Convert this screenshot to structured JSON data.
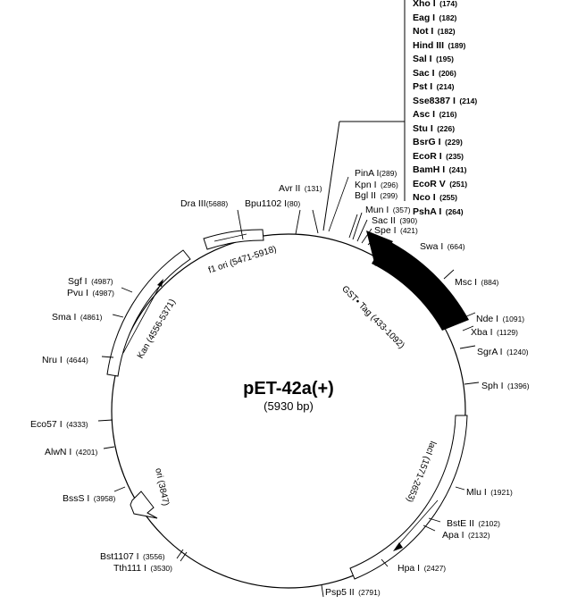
{
  "plasmid": {
    "name": "pET-42a(+)",
    "size_label": "(5930 bp)"
  },
  "features": {
    "gst_tag": "GST• Tag (433-1092)",
    "f1_ori": "f1 ori (5471-5918)",
    "kan": "Kan (4556-5371)",
    "ori": "ori (3847)",
    "laci": "lacI (1571-2653)"
  },
  "mcs_sites": [
    {
      "name": "Xho I",
      "pos": "(174)"
    },
    {
      "name": "Eag I",
      "pos": "(182)"
    },
    {
      "name": "Not I",
      "pos": "(182)"
    },
    {
      "name": "Hind III",
      "pos": "(189)"
    },
    {
      "name": "Sal I",
      "pos": "(195)"
    },
    {
      "name": "Sac I",
      "pos": "(206)"
    },
    {
      "name": "Pst I",
      "pos": "(214)"
    },
    {
      "name": "Sse8387 I",
      "pos": "(214)"
    },
    {
      "name": "Asc I",
      "pos": "(216)"
    },
    {
      "name": "Stu I",
      "pos": "(226)"
    },
    {
      "name": "BsrG I",
      "pos": "(229)"
    },
    {
      "name": "EcoR I",
      "pos": "(235)"
    },
    {
      "name": "BamH I",
      "pos": "(241)"
    },
    {
      "name": "EcoR V",
      "pos": "(251)"
    },
    {
      "name": "Nco I",
      "pos": "(255)"
    },
    {
      "name": "PshA I",
      "pos": "(264)"
    }
  ],
  "sites": {
    "pina": {
      "name": "PinA I",
      "pos": "(289)"
    },
    "kpn": {
      "name": "Kpn I",
      "pos": "(296)"
    },
    "bgl": {
      "name": "Bgl II",
      "pos": "(299)"
    },
    "mun": {
      "name": "Mun I",
      "pos": "(357)"
    },
    "sac2": {
      "name": "Sac II",
      "pos": "(390)"
    },
    "spe": {
      "name": "Spe I",
      "pos": "(421)"
    },
    "avr": {
      "name": "Avr II",
      "pos": "(131)"
    },
    "bpu": {
      "name": "Bpu1102 I",
      "pos": "(80)"
    },
    "dra": {
      "name": "Dra III",
      "pos": "(5688)"
    },
    "swa": {
      "name": "Swa I",
      "pos": "(664)"
    },
    "msc": {
      "name": "Msc I",
      "pos": "(884)"
    },
    "nde": {
      "name": "Nde I",
      "pos": "(1091)"
    },
    "xba": {
      "name": "Xba I",
      "pos": "(1129)"
    },
    "sgra": {
      "name": "SgrA I",
      "pos": "(1240)"
    },
    "sph": {
      "name": "Sph I",
      "pos": "(1396)"
    },
    "mlu": {
      "name": "Mlu I",
      "pos": "(1921)"
    },
    "bste": {
      "name": "BstE II",
      "pos": "(2102)"
    },
    "apa": {
      "name": "Apa I",
      "pos": "(2132)"
    },
    "hpa": {
      "name": "Hpa I",
      "pos": "(2427)"
    },
    "psp5": {
      "name": "Psp5 II",
      "pos": "(2791)"
    },
    "bst1107": {
      "name": "Bst1107 I",
      "pos": "(3556)"
    },
    "tth": {
      "name": "Tth111 I",
      "pos": "(3530)"
    },
    "bsss": {
      "name": "BssS I",
      "pos": "(3958)"
    },
    "alwn": {
      "name": "AlwN I",
      "pos": "(4201)"
    },
    "eco57": {
      "name": "Eco57 I",
      "pos": "(4333)"
    },
    "nru": {
      "name": "Nru I",
      "pos": "(4644)"
    },
    "sma": {
      "name": "Sma I",
      "pos": "(4861)"
    },
    "pvu": {
      "name": "Pvu I",
      "pos": "(4987)"
    },
    "sgf": {
      "name": "Sgf I",
      "pos": "(4987)"
    }
  },
  "colors": {
    "ink": "#000000",
    "paper": "#ffffff"
  }
}
